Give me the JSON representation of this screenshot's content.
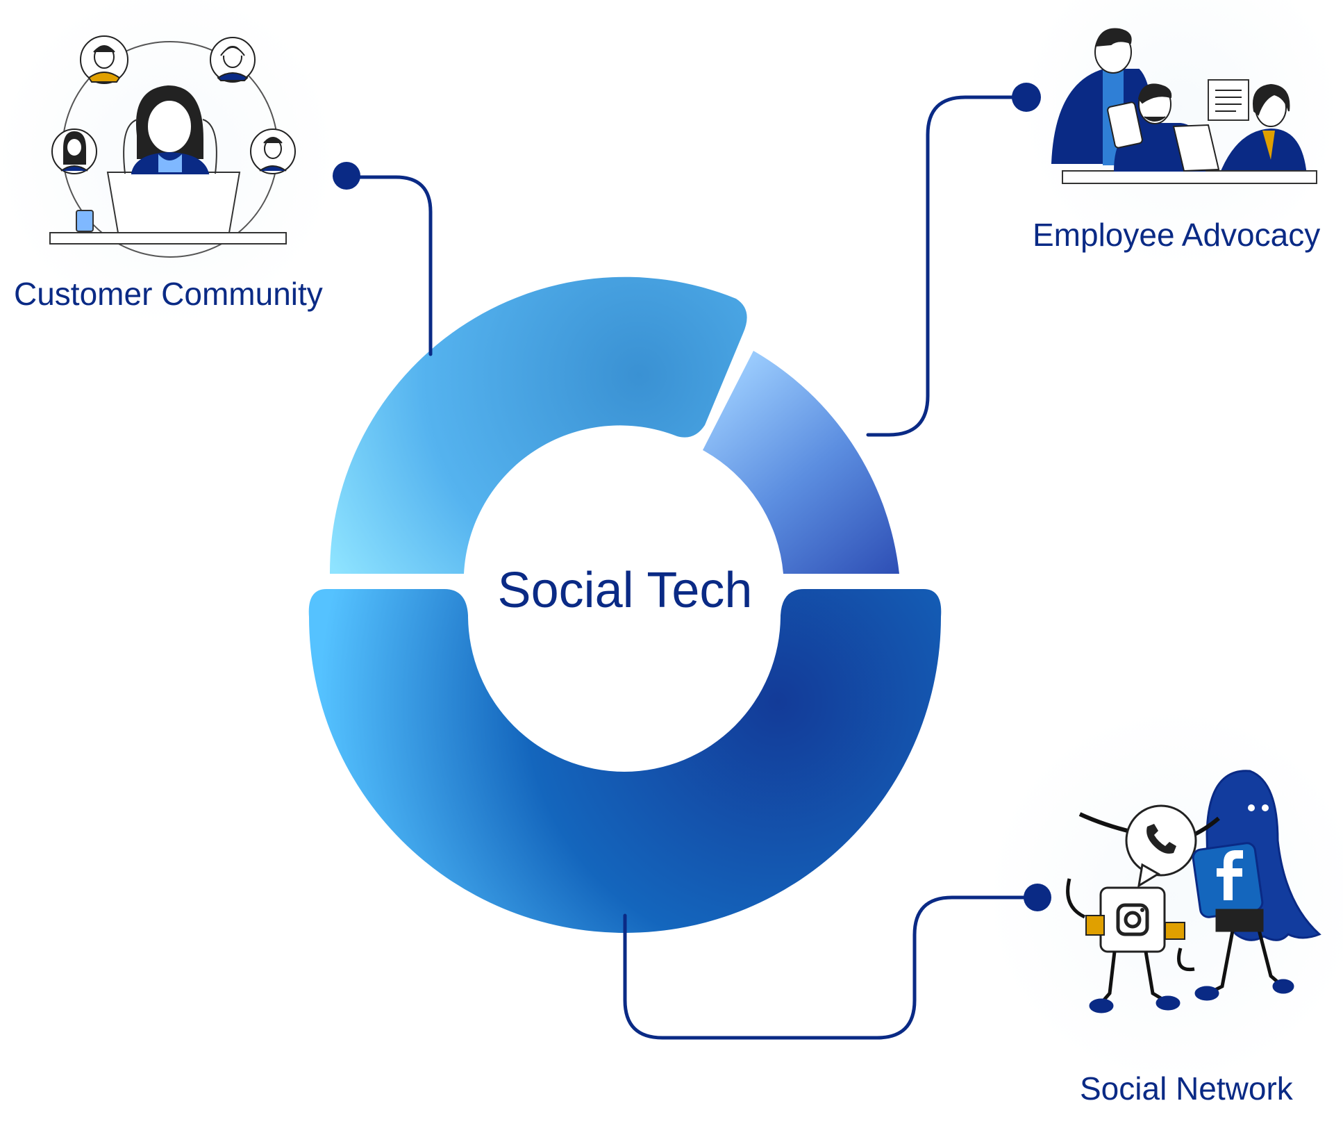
{
  "diagram": {
    "center": {
      "label": "Social Tech"
    },
    "branches": [
      {
        "id": "customer-community",
        "label": "Customer Community",
        "icon": "customer-community-illustration"
      },
      {
        "id": "employee-advocacy",
        "label": "Employee Advocacy",
        "icon": "employee-advocacy-illustration"
      },
      {
        "id": "social-network",
        "label": "Social Network",
        "icon": "social-network-illustration"
      }
    ],
    "social_icons": [
      "phone-icon",
      "facebook-icon",
      "instagram-icon"
    ]
  },
  "colors": {
    "primary_dark": "#0a2a85",
    "light_blue": "#5ec8ff",
    "mid_blue": "#2f7fd6",
    "deep_blue": "#123c9e",
    "gold": "#e0a000"
  }
}
